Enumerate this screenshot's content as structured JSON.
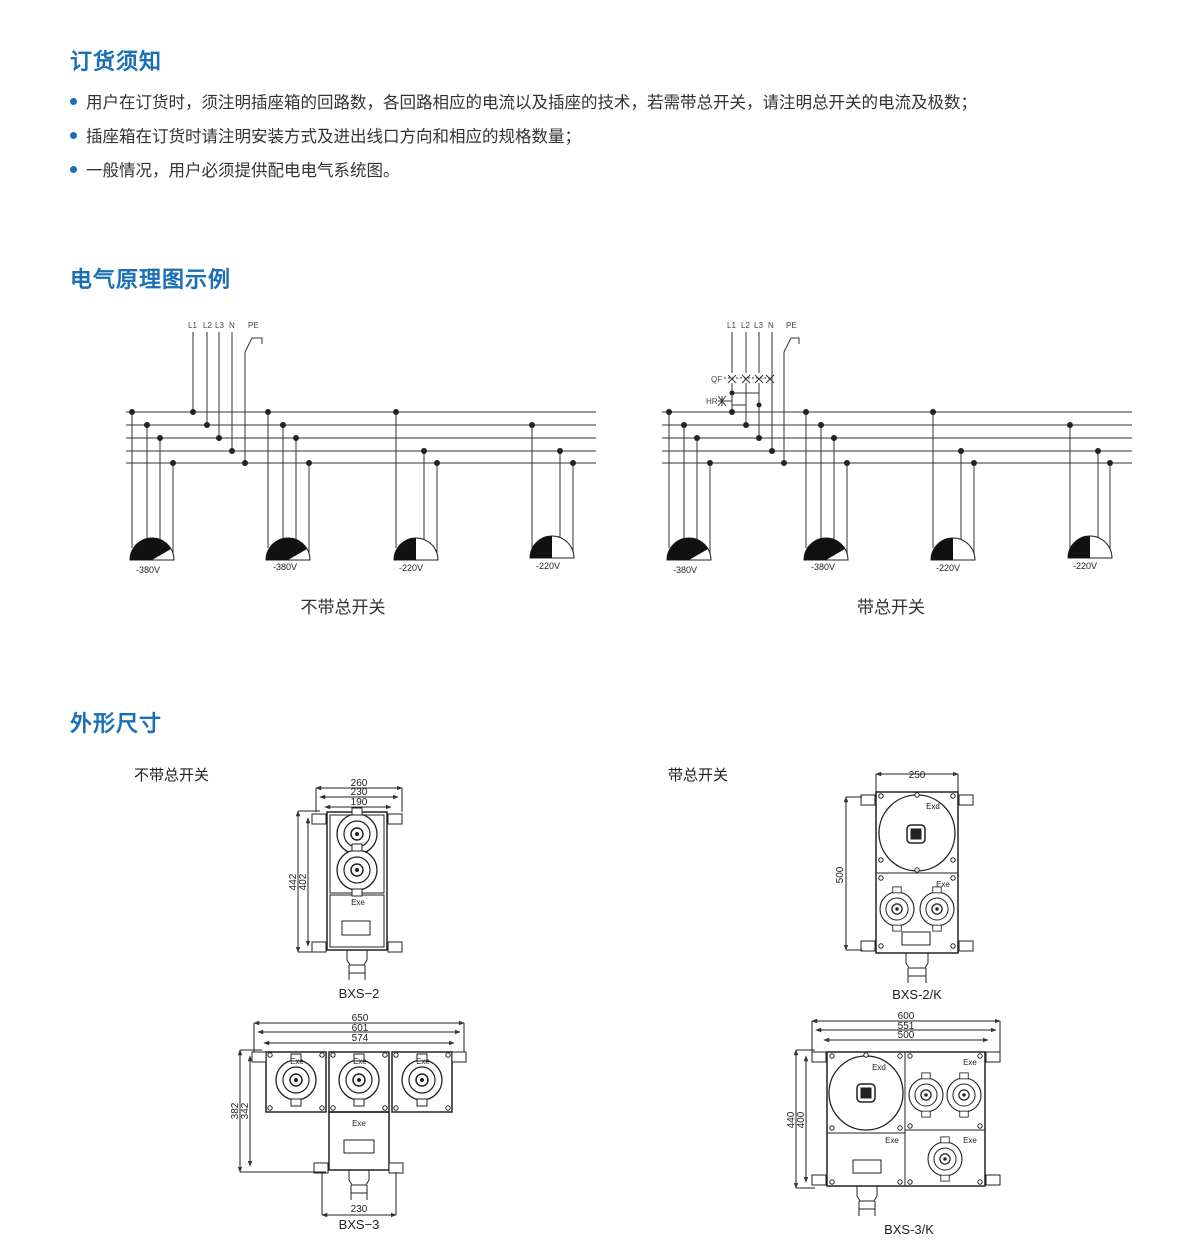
{
  "ordering": {
    "title": "订货须知",
    "items": [
      "用户在订货时，须注明插座箱的回路数，各回路相应的电流以及插座的技术，若需带总开关，请注明总开关的电流及极数；",
      "插座箱在订货时请注明安装方式及进出线口方向和相应的规格数量；",
      "一般情况，用户必须提供配电电气系统图。"
    ]
  },
  "schematic": {
    "title": "电气原理图示例",
    "bus_labels": [
      "L1",
      "L2",
      "L3",
      "N",
      "PE"
    ],
    "switch_labels": [
      "QF",
      "HR"
    ],
    "left": {
      "caption": "不带总开关",
      "voltages": [
        "-380V",
        "-380V",
        "-220V",
        "-220V"
      ]
    },
    "right": {
      "caption": "带总开关",
      "voltages": [
        "-380V",
        "-380V",
        "-220V",
        "-220V"
      ]
    }
  },
  "dimensions": {
    "title": "外形尺寸",
    "left_heading": "不带总开关",
    "right_heading": "带总开关",
    "bxs2": {
      "name": "BXS−2",
      "widths": [
        "260",
        "230",
        "190"
      ],
      "heights": [
        "442",
        "402"
      ],
      "labels": [
        "Exe"
      ]
    },
    "bxs3": {
      "name": "BXS−3",
      "widths": [
        "650",
        "601",
        "574"
      ],
      "heights": [
        "382",
        "342"
      ],
      "bottom": "230",
      "labels": [
        "Exe",
        "Exe",
        "Exe",
        "Exe"
      ]
    },
    "bxs2k": {
      "name": "BXS-2/K",
      "widths": [
        "250"
      ],
      "heights": [
        "500"
      ],
      "labels": [
        "Exd",
        "Exe"
      ]
    },
    "bxs3k": {
      "name": "BXS-3/K",
      "widths": [
        "600",
        "551",
        "500"
      ],
      "heights": [
        "440",
        "400"
      ],
      "labels": [
        "Exd",
        "Exe",
        "Exe",
        "Exe"
      ]
    }
  }
}
